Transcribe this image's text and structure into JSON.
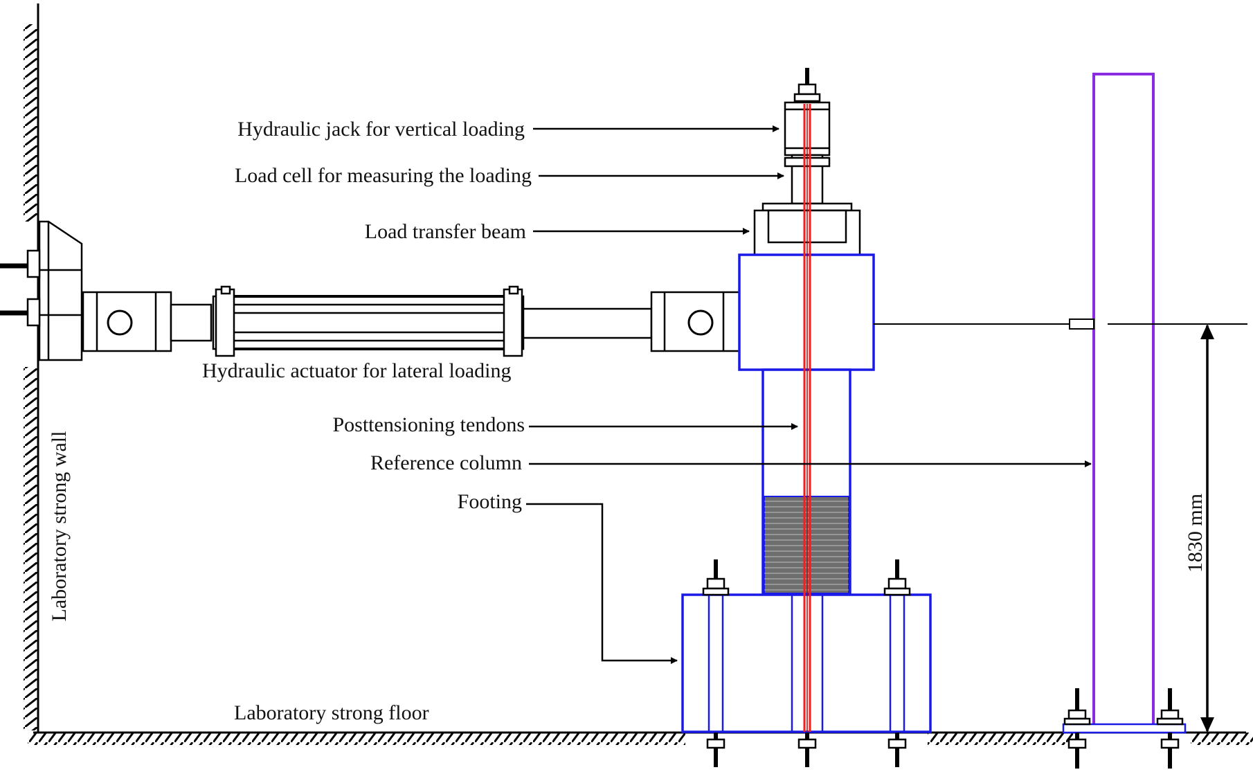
{
  "labels": {
    "jack": "Hydraulic jack for vertical loading",
    "load_cell": "Load cell for measuring the loading",
    "transfer_beam": "Load transfer beam",
    "actuator": "Hydraulic actuator for lateral loading",
    "tendons": "Posttensioning tendons",
    "reference_column": "Reference column",
    "footing": "Footing",
    "strong_floor": "Laboratory strong floor",
    "strong_wall": "Laboratory strong wall",
    "height_dimension": "1830 mm"
  },
  "colors": {
    "specimen_outline": "#1a1ae6",
    "reference_column": "#8a2be2",
    "tendon": "#ff1a1a",
    "line": "#000000",
    "plastic_hinge_fill": "#6e6e6e"
  }
}
